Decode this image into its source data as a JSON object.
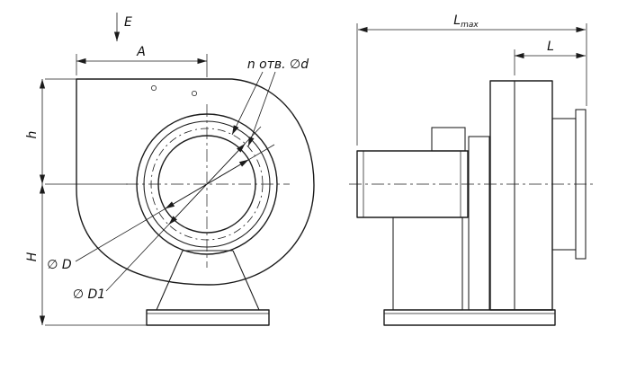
{
  "drawing": {
    "title": "centrifugal-fan-dimension-drawing",
    "colors": {
      "line": "#1b1b1b",
      "background": "#ffffff"
    },
    "front_view": {
      "label_E": "E",
      "label_A": "A",
      "label_holes": "n отв. ∅d",
      "label_h": "h",
      "label_H": "H",
      "label_D": "∅ D",
      "label_D1": "∅ D1"
    },
    "side_view": {
      "label_Lmax_base": "L",
      "label_Lmax_sub": "max",
      "label_L": "L"
    }
  }
}
